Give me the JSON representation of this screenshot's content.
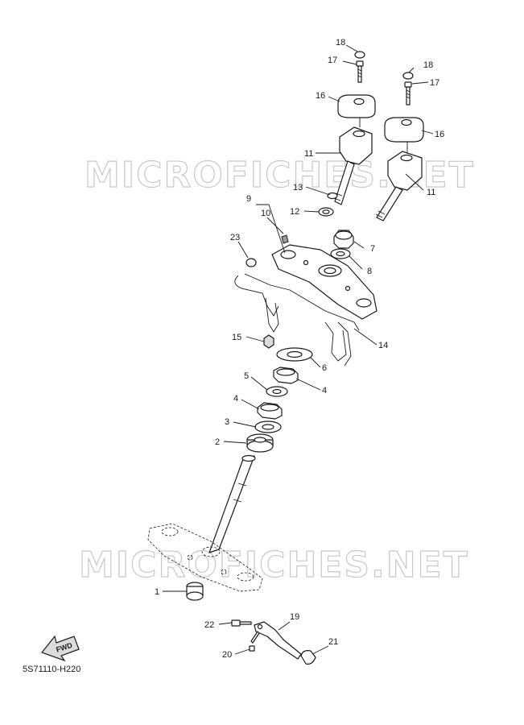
{
  "watermark": {
    "top_text": "MICROFICHES.NET",
    "bottom_text": "MICROFICHES.NET"
  },
  "fwd_label": "FWD",
  "diagram_code": "5S71110-H220",
  "callouts": {
    "c1": "1",
    "c2": "2",
    "c3": "3",
    "c4a": "4",
    "c4b": "4",
    "c5": "5",
    "c6": "6",
    "c7": "7",
    "c8": "8",
    "c9": "9",
    "c10": "10",
    "c11a": "11",
    "c11b": "11",
    "c12": "12",
    "c13": "13",
    "c14": "14",
    "c15": "15",
    "c16a": "16",
    "c16b": "16",
    "c17a": "17",
    "c17b": "17",
    "c18a": "18",
    "c18b": "18",
    "c19": "19",
    "c20": "20",
    "c21": "21",
    "c22": "22",
    "c23": "23"
  }
}
